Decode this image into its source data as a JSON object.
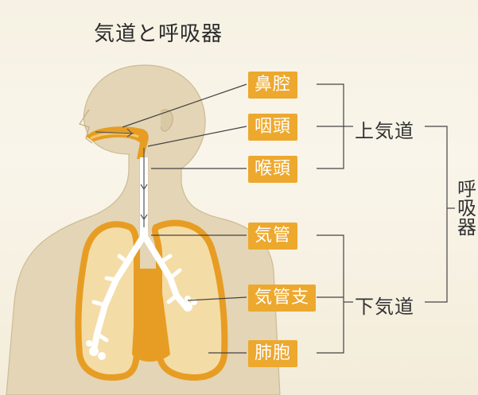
{
  "title": "気道と呼吸器",
  "labels": {
    "nasal_cavity": "鼻腔",
    "pharynx": "咽頭",
    "larynx": "喉頭",
    "trachea": "気管",
    "bronchi": "気管支",
    "alveoli": "肺胞"
  },
  "groups": {
    "upper_airway": "上気道",
    "lower_airway": "下気道",
    "respiratory_organs": [
      "呼",
      "吸",
      "器"
    ]
  },
  "colors": {
    "label_bg": "#eda82e",
    "skin": "#e3d5b5",
    "lung_outline": "#e79d23",
    "lung_fill": "#f4dca6",
    "airway": "#ffffff"
  }
}
